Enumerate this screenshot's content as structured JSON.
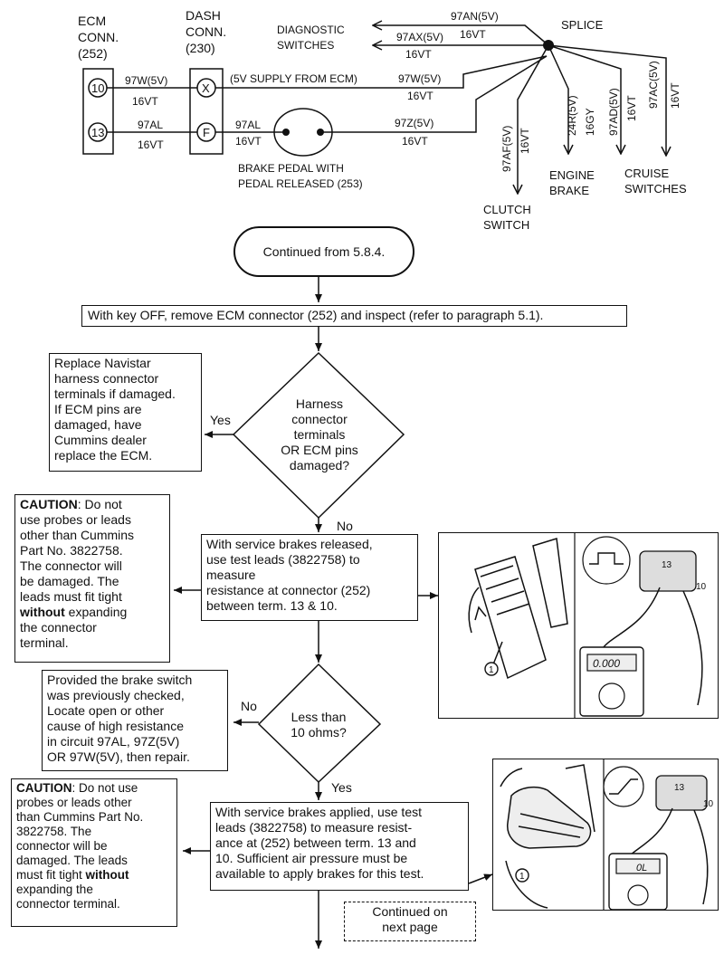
{
  "wiring": {
    "ecm_conn": [
      "ECM",
      "CONN.",
      "(252)"
    ],
    "dash_conn": [
      "DASH",
      "CONN.",
      "(230)"
    ],
    "pin_10": "10",
    "pin_13": "13",
    "pin_x": "X",
    "pin_f": "F",
    "wire_97w_ecm": "97W(5V)",
    "wire_16vt_a": "16VT",
    "wire_97al_ecm": "97AL",
    "wire_16vt_b": "16VT",
    "supply_label": "(5V SUPPLY FROM ECM)",
    "wire_97w_dash": "97W(5V)",
    "wire_16vt_c": "16VT",
    "wire_97al_dash": "97AL",
    "wire_16vt_d": "16VT",
    "wire_97z": "97Z(5V)",
    "wire_16vt_e": "16VT",
    "brake_pedal": [
      "BRAKE PEDAL WITH",
      "PEDAL RELEASED (253)"
    ],
    "diagnostic": [
      "DIAGNOSTIC",
      "SWITCHES"
    ],
    "wire_97an": "97AN(5V)",
    "wire_16vt_f": "16VT",
    "wire_97ax": "97AX(5V)",
    "wire_16vt_g": "16VT",
    "splice": "SPLICE",
    "wire_97af": "97AF(5V)",
    "wire_16vt_h": "16VT",
    "wire_24r": "24R(5V)",
    "wire_16gy": "16GY",
    "wire_97ad": "97AD(5V)",
    "wire_16vt_i": "16VT",
    "wire_97ac": "97AC(5V)",
    "wire_16vt_j": "16VT",
    "clutch": [
      "CLUTCH",
      "SWITCH"
    ],
    "engine_brake": [
      "ENGINE",
      "BRAKE"
    ],
    "cruise": [
      "CRUISE",
      "SWITCHES"
    ]
  },
  "flow": {
    "start": "Continued from 5.8.4.",
    "step1": "With key OFF, remove ECM connector (252) and inspect (refer to paragraph 5.1).",
    "decision1": [
      "Harness",
      "connector",
      "terminals",
      "OR ECM pins",
      "damaged?"
    ],
    "yes1": "Yes",
    "replace": [
      "Replace Navistar",
      "harness connector",
      "terminals if damaged.",
      "If ECM pins are",
      "damaged, have",
      "Cummins dealer",
      "replace the ECM."
    ],
    "no1": "No",
    "caution1_head": "CAUTION",
    "caution1": [
      ": Do not",
      "use probes or leads",
      "other than Cummins",
      "Part No. 3822758.",
      "The connector will",
      "be damaged. The",
      "leads must fit tight"
    ],
    "caution1_bold": "without",
    "caution1_tail": [
      " expanding",
      "the connector",
      "terminal."
    ],
    "step2": [
      "With service brakes released,",
      "use test leads (3822758) to",
      "measure",
      "resistance at connector (252)",
      "between term. 13 & 10."
    ],
    "decision2": [
      "Less than",
      "10 ohms?"
    ],
    "no2": "No",
    "provided": [
      "Provided the brake switch",
      "was previously checked,",
      "Locate open or other",
      "cause of high resistance",
      "in circuit 97AL, 97Z(5V)",
      "OR 97W(5V), then repair."
    ],
    "yes2": "Yes",
    "caution2_head": "CAUTION",
    "caution2": [
      ": Do not use",
      "probes or leads other",
      "than Cummins Part No.",
      "3822758. The",
      "connector will be",
      "damaged. The leads",
      "must fit tight"
    ],
    "caution2_bold": " without",
    "caution2_tail": [
      "expanding the",
      "connector terminal."
    ],
    "step3": [
      "With service brakes applied, use test",
      "leads (3822758) to measure  resist-",
      "ance at (252) between term. 13 and",
      "10. Sufficient air pressure must be",
      "available to apply brakes for this test."
    ],
    "continued": [
      "Continued on",
      "next page"
    ]
  },
  "photos": {
    "meter1": "0.000",
    "meter2": "0L",
    "callout": "1",
    "pin13": "13",
    "pin10": "10"
  }
}
